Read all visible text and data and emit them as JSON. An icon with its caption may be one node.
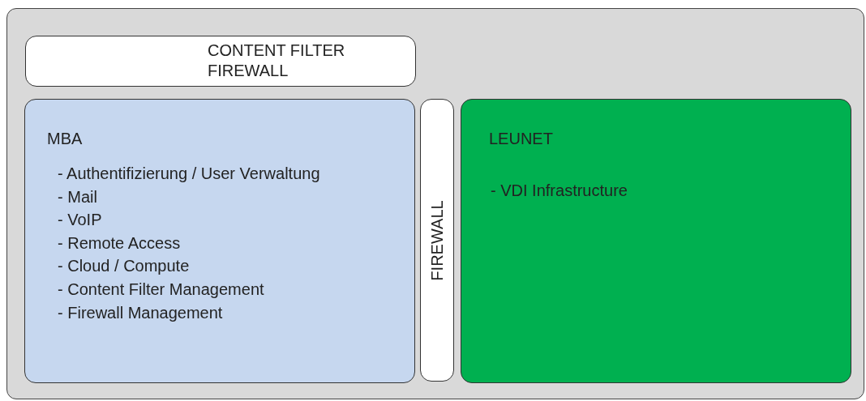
{
  "diagram": {
    "nodes": [
      {
        "text": [],
        "shape": "box"
      },
      {
        "text": [
          "CONTENT FILTER FIREWALL"
        ],
        "in": 0
      },
      {
        "text": [
          "MBA",
          "- Authentifizierung / User Verwaltung",
          "- Mail",
          "- VoIP",
          "- Remote Access",
          "- Cloud / Compute",
          "- Content Filter Management",
          "- Firewall Management"
        ],
        "in": 0
      },
      {
        "text": [
          "FIREWALL"
        ],
        "in": 0
      },
      {
        "text": [
          "LEUNET",
          "- VDI Infrastructure"
        ],
        "in": 0
      }
    ]
  }
}
